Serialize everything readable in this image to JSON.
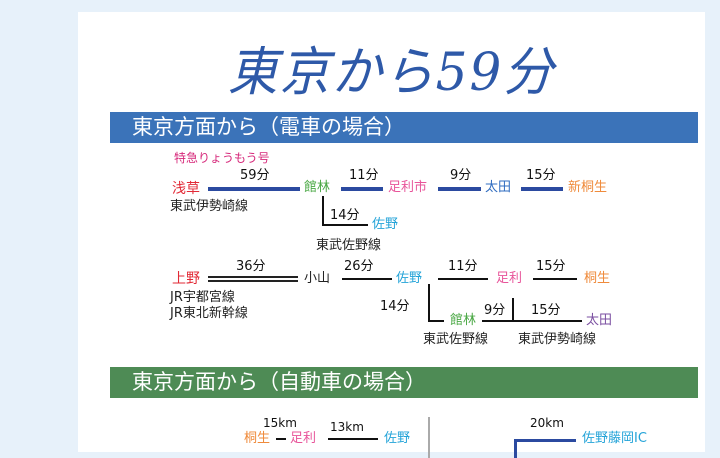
{
  "title": "東京から59分",
  "train_section": {
    "heading": "東京方面から（電車の場合）",
    "color": "#3b73b9",
    "route1": {
      "express_label": "特急りょうもう号",
      "origin": "浅草",
      "line": "東武伊勢崎線",
      "seg1_time": "59分",
      "stop1": "館林",
      "seg2_time": "11分",
      "stop2": "足利市",
      "seg3_time": "9分",
      "stop3": "太田",
      "seg4_time": "15分",
      "stop4": "新桐生",
      "branch_time": "14分",
      "branch_dest": "佐野",
      "branch_line": "東武佐野線"
    },
    "route2": {
      "origin": "上野",
      "line_a": "JR宇都宮線",
      "line_b": "JR東北新幹線",
      "seg1_time": "36分",
      "stop1": "小山",
      "seg2_time": "26分",
      "stop2": "佐野",
      "seg3_time": "11分",
      "stop3": "足利",
      "seg4_time": "15分",
      "stop4": "桐生",
      "branch_time": "14分",
      "branch_dest": "館林",
      "branch_line": "東武佐野線",
      "branch2_time_a": "9分",
      "branch2_time_b": "15分",
      "branch2_dest": "太田",
      "branch2_line": "東武伊勢崎線"
    }
  },
  "car_section": {
    "heading": "東京方面から（自動車の場合）",
    "color": "#4e8b55",
    "seg1_km": "15km",
    "seg2_km": "13km",
    "node1": "桐生",
    "node2": "足利",
    "node3": "佐野",
    "right_km": "20km",
    "right_node": "佐野藤岡IC"
  },
  "colors": {
    "magenta": "#d6287a",
    "red": "#e22a36",
    "green": "#4aa844",
    "pink": "#e8559a",
    "blue": "#2f6cc0",
    "orange": "#ef8b3c",
    "cyan": "#23a3d8",
    "purple": "#7a4ea0",
    "navy": "#2b4aa0"
  }
}
